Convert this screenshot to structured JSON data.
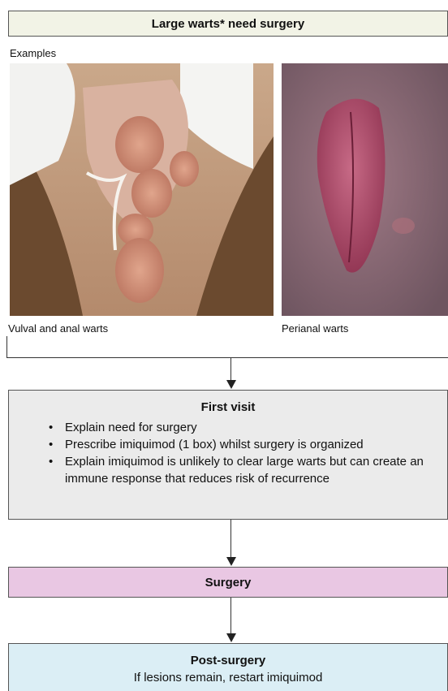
{
  "header": {
    "title": "Large warts* need surgery"
  },
  "examples_label": "Examples",
  "photos": [
    {
      "caption": "Vulval and anal warts"
    },
    {
      "caption": "Perianal warts"
    }
  ],
  "first_visit": {
    "title": "First visit",
    "bullets": [
      "Explain need for surgery",
      "Prescribe imiquimod (1 box) whilst surgery is organized",
      "Explain imiquimod is unlikely to clear large warts but can create an immune response that reduces risk of recurrence"
    ]
  },
  "surgery": {
    "title": "Surgery"
  },
  "post_surgery": {
    "title": "Post-surgery",
    "text": "If lesions remain, restart imiquimod"
  },
  "colors": {
    "header_bg": "#f2f3e6",
    "first_visit_bg": "#ebebeb",
    "surgery_bg": "#e9c7e3",
    "post_surgery_bg": "#dbeef5"
  }
}
